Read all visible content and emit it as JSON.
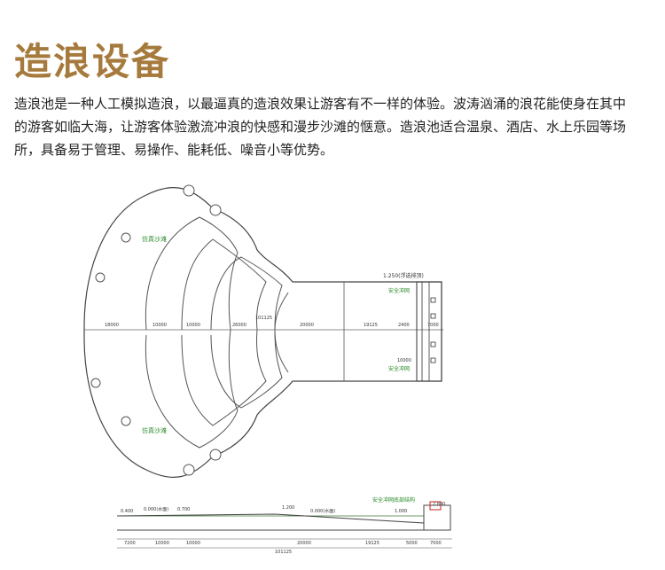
{
  "header": {
    "title": "造浪设备"
  },
  "intro": {
    "lines": [
      "造浪池是一种人工模拟造浪，以最逼真的造浪效果让游客有不一样的体验。波涛汹涌的浪花能使身在其中",
      "的游客如临大海，让游客体验激流冲浪的快感和漫步沙滩的惬意。造浪池适合温泉、酒店、水上乐园等场",
      "所，具备易于管理、易操作、能耗低、噪音小等优势。"
    ]
  },
  "plan": {
    "beach_label_top": "仿真沙滩",
    "beach_label_bottom": "仿真沙滩",
    "deep_label": "1.250(浮选排顶)",
    "safety_net_top": "安全冲网",
    "safety_net_bottom": "安全冲网",
    "dims": [
      "18000",
      "10000",
      "10000",
      "26000",
      "20000",
      "19125",
      "2400",
      "7000"
    ],
    "overall_dim": "101125",
    "mid_dim": "10000"
  },
  "section": {
    "labels": [
      "0.400",
      "0.000(水面)",
      "0.700",
      "1.200",
      "0.000(水面)",
      "1.000",
      "2.800"
    ],
    "safety_label": "安全冲网底部结构",
    "dims_bottom": [
      "7200",
      "10000",
      "10000",
      "20000",
      "19125",
      "5000",
      "7000"
    ],
    "overall_dim_bottom": "101125"
  },
  "colors": {
    "title": "#a67a3d",
    "green_label": "#2a8a2a",
    "red_mark": "#cc2222"
  }
}
